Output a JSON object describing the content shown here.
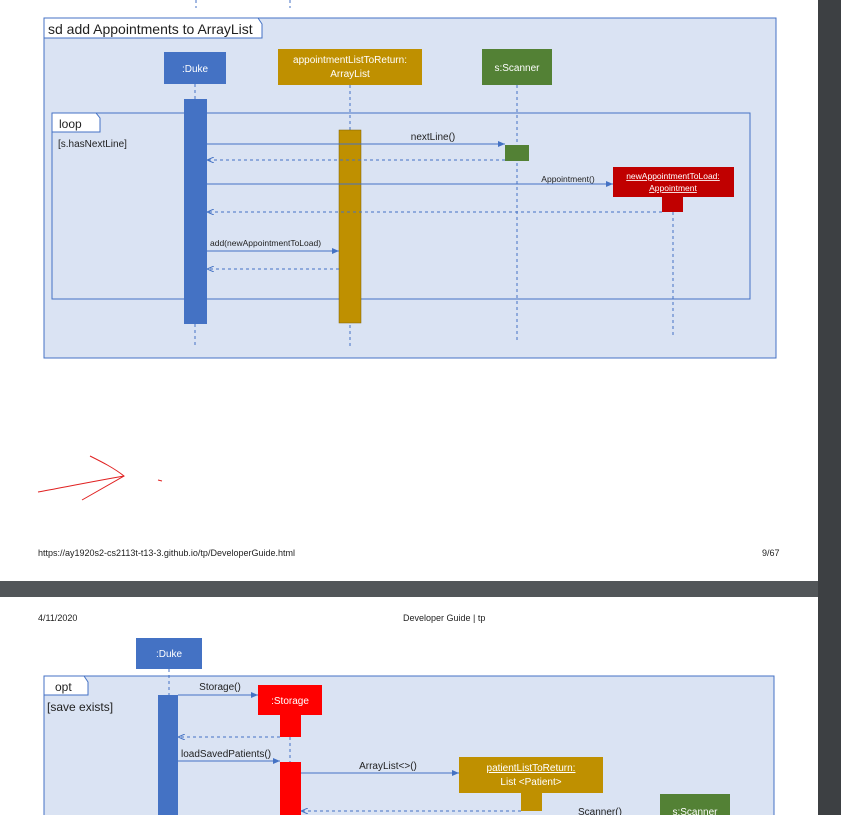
{
  "page1": {
    "frame_label": "sd add Appointments to ArrayList",
    "duke": ":Duke",
    "list_line1": "appointmentListToReturn:",
    "list_line2": "ArrayList",
    "scanner": "s:Scanner",
    "loop_label": "loop",
    "loop_guard": "[s.hasNextLine]",
    "msg_nextline": "nextLine()",
    "msg_appointment": "Appointment()",
    "new_appt_line1": "newAppointmentToLoad:",
    "new_appt_line2": "Appointment",
    "msg_add": "add(newAppointmentToLoad)",
    "footer_url": "https://ay1920s2-cs2113t-t13-3.github.io/tp/DeveloperGuide.html",
    "footer_page": "9/67"
  },
  "page2": {
    "date": "4/11/2020",
    "title": "Developer Guide | tp",
    "duke": ":Duke",
    "opt_label": "opt",
    "opt_guard": "[save exists]",
    "msg_storage": "Storage()",
    "storage": ":Storage",
    "msg_load": "loadSavedPatients()",
    "msg_arraylist": "ArrayList<>()",
    "patient_line1": "patientListToReturn:",
    "patient_line2": "List <Patient>",
    "msg_scanner": "Scanner()",
    "scanner": "s:Scanner"
  },
  "colors": {
    "blue": "#4472c4",
    "gold": "#bf9000",
    "green": "#538135",
    "red": "#ff0000",
    "darkred": "#c00000",
    "frame_bg": "#dae3f3",
    "frame_border": "#4472c4"
  }
}
